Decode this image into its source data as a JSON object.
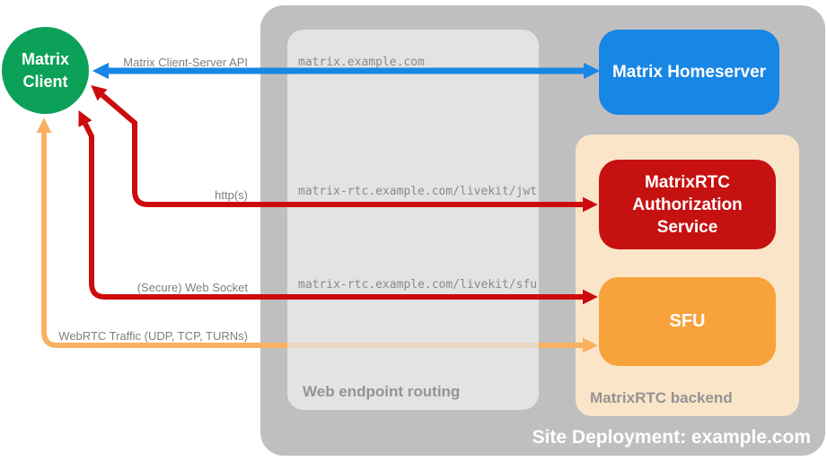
{
  "client": {
    "lines": [
      "Matrix",
      "Client"
    ]
  },
  "containers": {
    "site": {
      "label": "Site Deployment: example.com"
    },
    "routing": {
      "label": "Web endpoint routing"
    },
    "backend": {
      "label": "MatrixRTC backend"
    }
  },
  "nodes": {
    "homeserver": {
      "label": "Matrix Homeserver"
    },
    "auth_service": {
      "lines": [
        "MatrixRTC",
        "Authorization",
        "Service"
      ]
    },
    "sfu": {
      "label": "SFU"
    }
  },
  "connections": [
    {
      "name": "matrix-client-server-api",
      "label": "Matrix Client-Server API",
      "route": "matrix.example.com",
      "color": "#1886E4"
    },
    {
      "name": "http-s-jwt",
      "label": "http(s)",
      "route": "matrix-rtc.example.com/livekit/jwt",
      "color": "#CC0C0C"
    },
    {
      "name": "secure-web-socket",
      "label": "(Secure) Web Socket",
      "route": "matrix-rtc.example.com/livekit/sfu",
      "color": "#CC0C0C"
    },
    {
      "name": "webrtc-traffic",
      "label": "WebRTC Traffic (UDP, TCP, TURNs)",
      "route": "",
      "color": "#F9B060"
    }
  ],
  "colors": {
    "client_green": "#0BA158",
    "homeserver_blue": "#1886E4",
    "auth_red": "#C61111",
    "sfu_orange": "#F8A23B",
    "backend_peach": "#FBE5C8",
    "site_gray": "#BFBFBF",
    "routing_gray": "#E3E3E3",
    "label_gray": "#7F7F7F"
  }
}
